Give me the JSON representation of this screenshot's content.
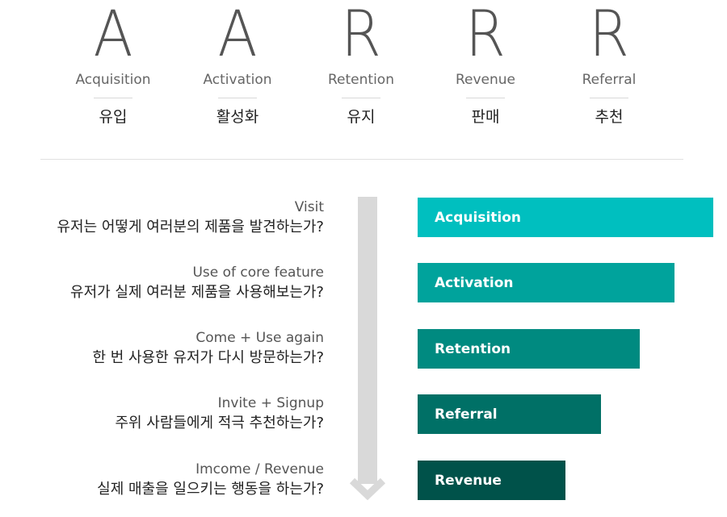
{
  "header": {
    "columns": [
      {
        "letter": "A",
        "english": "Acquisition",
        "korean": "유입"
      },
      {
        "letter": "A",
        "english": "Activation",
        "korean": "활성화"
      },
      {
        "letter": "R",
        "english": "Retention",
        "korean": "유지"
      },
      {
        "letter": "R",
        "english": "Revenue",
        "korean": "판매"
      },
      {
        "letter": "R",
        "english": "Referral",
        "korean": "추천"
      }
    ]
  },
  "funnel": {
    "questions": [
      {
        "english": "Visit",
        "korean": "유저는 어떻게 여러분의 제품을 발견하는가?"
      },
      {
        "english": "Use of core feature",
        "korean": "유저가 실제 여러분 제품을 사용해보는가?"
      },
      {
        "english": "Come + Use again",
        "korean": "한 번 사용한 유저가 다시 방문하는가?"
      },
      {
        "english": "Invite + Signup",
        "korean": "주위 사람들에게 적극 추천하는가?"
      },
      {
        "english": "Imcome / Revenue",
        "korean": "실제 매출을 일으키는 행동을 하는가?"
      }
    ],
    "stages": [
      {
        "label": "Acquisition",
        "relative_size": 100,
        "color": "#00bfbf"
      },
      {
        "label": "Activation",
        "relative_size": 87,
        "color": "#00a39c"
      },
      {
        "label": "Retention",
        "relative_size": 75,
        "color": "#008a80"
      },
      {
        "label": "Referral",
        "relative_size": 62,
        "color": "#007066"
      },
      {
        "label": "Revenue",
        "relative_size": 50,
        "color": "#00524a"
      }
    ],
    "arrow_color": "#d9d9d9"
  }
}
